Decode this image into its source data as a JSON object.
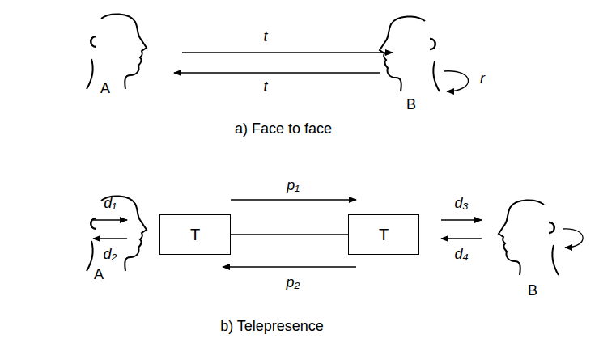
{
  "diagram": {
    "nodes": [
      {
        "text": [
          "T"
        ]
      },
      {
        "text": [
          "T"
        ]
      }
    ],
    "edges": [
      {
        "from": 0,
        "to": 1,
        "arrow": "none"
      }
    ],
    "labels": [
      "A",
      "t",
      "t",
      "B",
      "r",
      "a) Face to face",
      "A",
      "d₁",
      "d₂",
      "p₁",
      "p₂",
      "d₃",
      "d₄",
      "B",
      "b) Telepresence"
    ]
  }
}
